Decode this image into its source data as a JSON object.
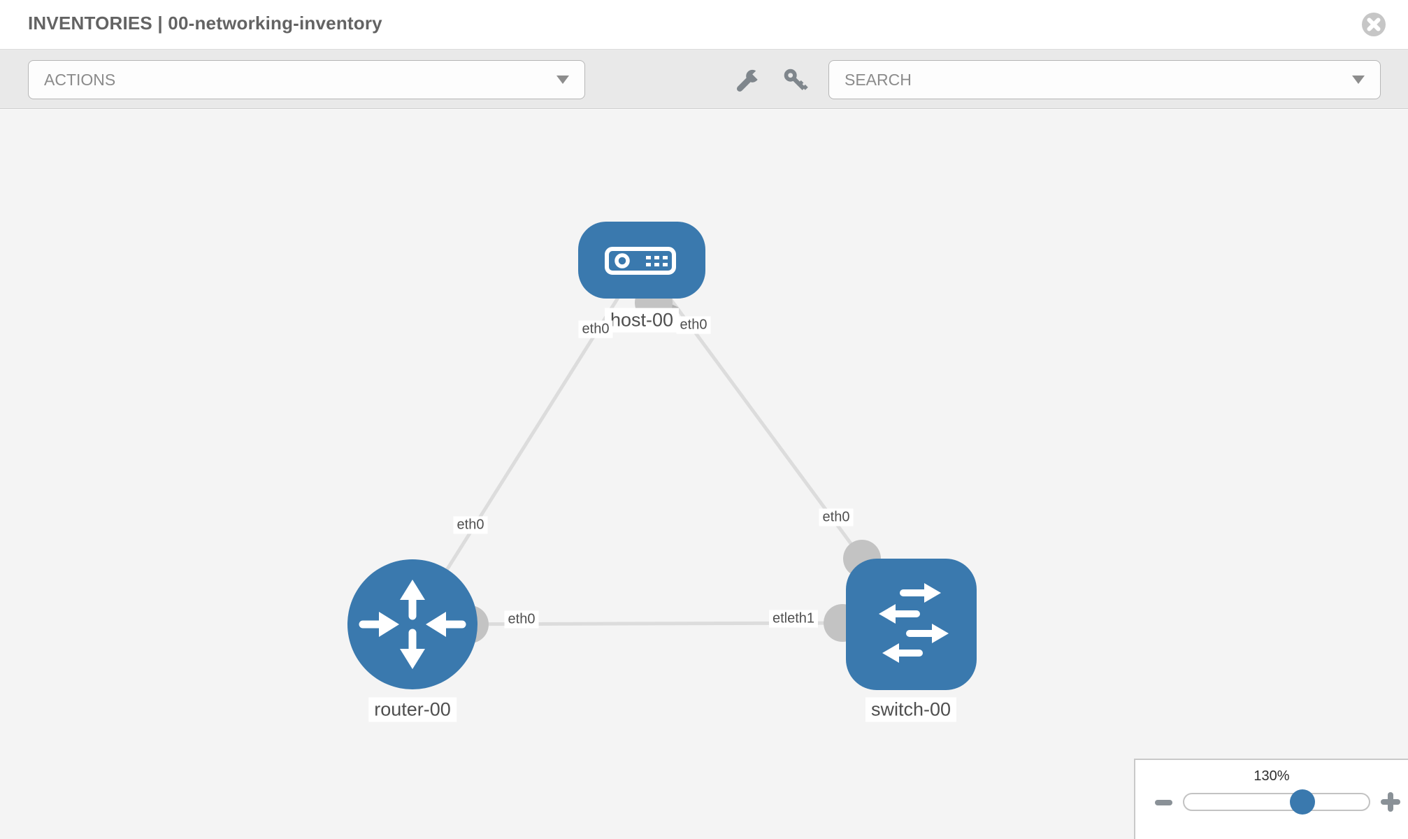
{
  "header": {
    "title": "INVENTORIES | 00-networking-inventory",
    "close_icon": "circle-x"
  },
  "toolbar": {
    "actions_dropdown": {
      "label": "ACTIONS"
    },
    "search_dropdown": {
      "label": "SEARCH"
    },
    "tool_icons": [
      "wrench-icon",
      "key-icon"
    ]
  },
  "graph": {
    "nodes": [
      {
        "id": "host-00",
        "label": "host-00",
        "type": "host",
        "icon": "server-icon"
      },
      {
        "id": "router-00",
        "label": "router-00",
        "type": "router",
        "icon": "router-arrows-icon"
      },
      {
        "id": "switch-00",
        "label": "switch-00",
        "type": "switch",
        "icon": "switch-arrows-icon"
      }
    ],
    "links": [
      {
        "source": "host-00",
        "source_interface": "eth0",
        "target": "router-00",
        "target_interface": "eth0"
      },
      {
        "source": "host-00",
        "source_interface": "eth0",
        "target": "switch-00",
        "target_interface": "eth0"
      },
      {
        "source": "router-00",
        "source_interface": "eth0",
        "target": "switch-00",
        "target_interface": "eth1",
        "target_label_overlap_fragment": "etl"
      }
    ]
  },
  "zoom_control": {
    "level_label": "130%",
    "percent": 130,
    "slider_position_pct": 64
  },
  "colors": {
    "node_blue": "#3a79ae",
    "connector_gray": "#c3c3c3",
    "link_gray": "#dcdcdc",
    "canvas_bg": "#f4f4f4",
    "toolbar_bg": "#e9e9e9",
    "label_text": "#4f4f4f"
  }
}
